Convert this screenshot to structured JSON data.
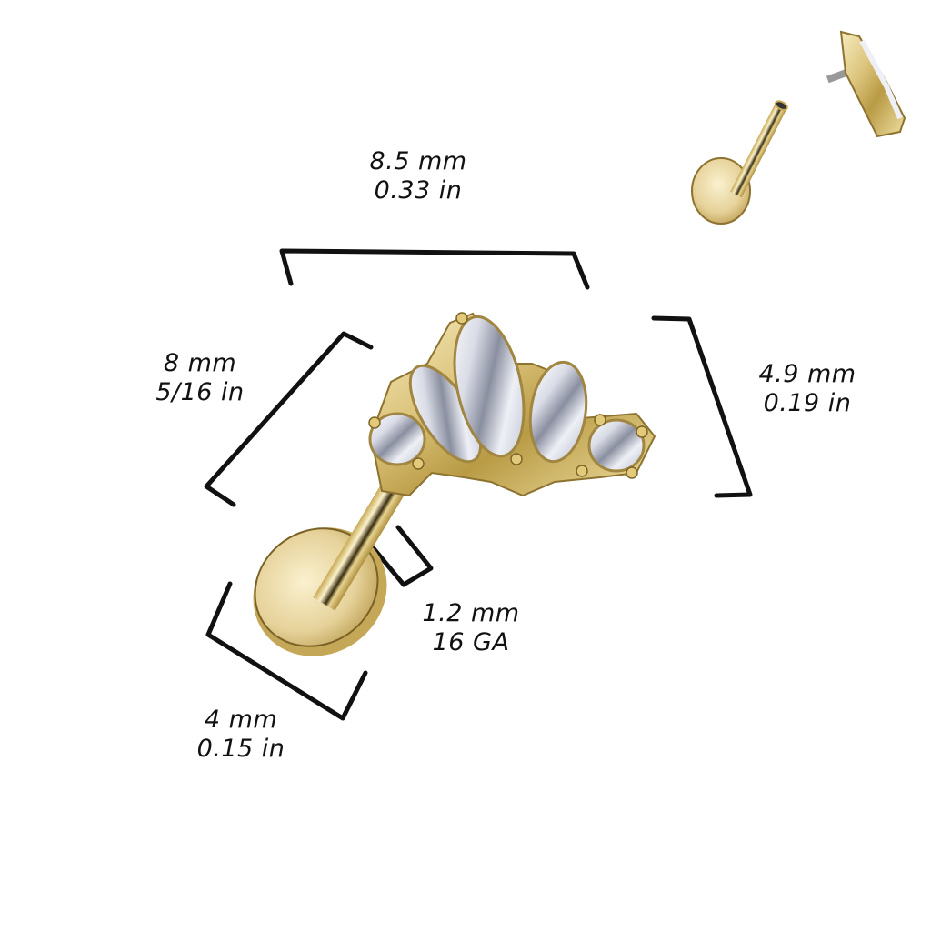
{
  "product": {
    "type": "Labret / flat back stud with marquise and round CZ crown top",
    "metal_color": "#d9c27a",
    "stone_color": "#eef0f6"
  },
  "dimensions": {
    "top_width": {
      "mm": "8.5 mm",
      "inch": "0.33 in"
    },
    "length": {
      "mm": "8 mm",
      "inch": "5/16 in"
    },
    "top_height": {
      "mm": "4.9 mm",
      "inch": "0.19 in"
    },
    "gauge": {
      "mm": "1.2 mm",
      "gauge": "16 GA"
    },
    "disc": {
      "mm": "4 mm",
      "inch": "0.15 in"
    }
  },
  "inset": {
    "description": "Separated view: post with internal thread and threaded top"
  }
}
